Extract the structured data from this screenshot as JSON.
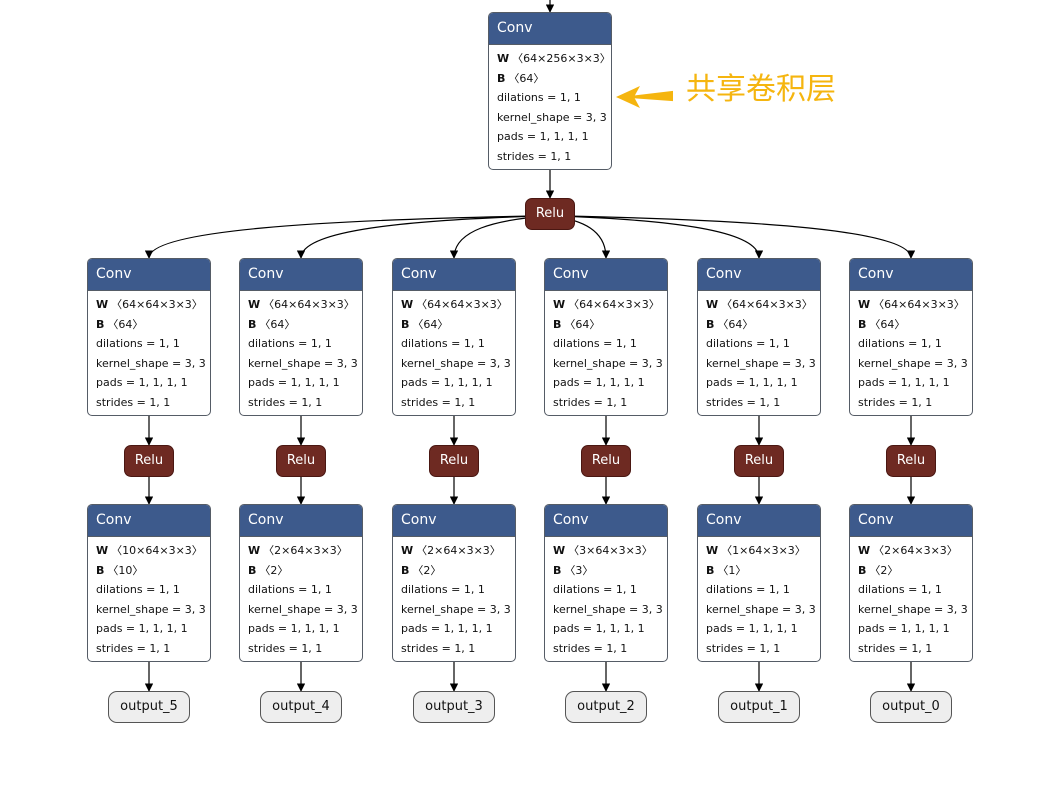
{
  "annotation": {
    "text": "共享卷积层",
    "color": "#f5b50f"
  },
  "colors": {
    "conv_header": "#3d5a8c",
    "relu_fill": "#6e2a22",
    "output_fill": "#eeeeee",
    "edge": "#000000"
  },
  "shared": {
    "conv": {
      "title": "Conv",
      "W": "〈64×256×3×3〉",
      "B": "〈64〉",
      "lines": [
        "dilations = 1, 1",
        "kernel_shape = 3, 3",
        "pads = 1, 1, 1, 1",
        "strides = 1, 1"
      ]
    },
    "relu": "Relu"
  },
  "branches": [
    {
      "conv1": {
        "title": "Conv",
        "W": "〈64×64×3×3〉",
        "B": "〈64〉",
        "lines": [
          "dilations = 1, 1",
          "kernel_shape = 3, 3",
          "pads = 1, 1, 1, 1",
          "strides = 1, 1"
        ]
      },
      "relu": "Relu",
      "conv2": {
        "title": "Conv",
        "W": "〈10×64×3×3〉",
        "B": "〈10〉",
        "lines": [
          "dilations = 1, 1",
          "kernel_shape = 3, 3",
          "pads = 1, 1, 1, 1",
          "strides = 1, 1"
        ]
      },
      "output": "output_5"
    },
    {
      "conv1": {
        "title": "Conv",
        "W": "〈64×64×3×3〉",
        "B": "〈64〉",
        "lines": [
          "dilations = 1, 1",
          "kernel_shape = 3, 3",
          "pads = 1, 1, 1, 1",
          "strides = 1, 1"
        ]
      },
      "relu": "Relu",
      "conv2": {
        "title": "Conv",
        "W": "〈2×64×3×3〉",
        "B": "〈2〉",
        "lines": [
          "dilations = 1, 1",
          "kernel_shape = 3, 3",
          "pads = 1, 1, 1, 1",
          "strides = 1, 1"
        ]
      },
      "output": "output_4"
    },
    {
      "conv1": {
        "title": "Conv",
        "W": "〈64×64×3×3〉",
        "B": "〈64〉",
        "lines": [
          "dilations = 1, 1",
          "kernel_shape = 3, 3",
          "pads = 1, 1, 1, 1",
          "strides = 1, 1"
        ]
      },
      "relu": "Relu",
      "conv2": {
        "title": "Conv",
        "W": "〈2×64×3×3〉",
        "B": "〈2〉",
        "lines": [
          "dilations = 1, 1",
          "kernel_shape = 3, 3",
          "pads = 1, 1, 1, 1",
          "strides = 1, 1"
        ]
      },
      "output": "output_3"
    },
    {
      "conv1": {
        "title": "Conv",
        "W": "〈64×64×3×3〉",
        "B": "〈64〉",
        "lines": [
          "dilations = 1, 1",
          "kernel_shape = 3, 3",
          "pads = 1, 1, 1, 1",
          "strides = 1, 1"
        ]
      },
      "relu": "Relu",
      "conv2": {
        "title": "Conv",
        "W": "〈3×64×3×3〉",
        "B": "〈3〉",
        "lines": [
          "dilations = 1, 1",
          "kernel_shape = 3, 3",
          "pads = 1, 1, 1, 1",
          "strides = 1, 1"
        ]
      },
      "output": "output_2"
    },
    {
      "conv1": {
        "title": "Conv",
        "W": "〈64×64×3×3〉",
        "B": "〈64〉",
        "lines": [
          "dilations = 1, 1",
          "kernel_shape = 3, 3",
          "pads = 1, 1, 1, 1",
          "strides = 1, 1"
        ]
      },
      "relu": "Relu",
      "conv2": {
        "title": "Conv",
        "W": "〈1×64×3×3〉",
        "B": "〈1〉",
        "lines": [
          "dilations = 1, 1",
          "kernel_shape = 3, 3",
          "pads = 1, 1, 1, 1",
          "strides = 1, 1"
        ]
      },
      "output": "output_1"
    },
    {
      "conv1": {
        "title": "Conv",
        "W": "〈64×64×3×3〉",
        "B": "〈64〉",
        "lines": [
          "dilations = 1, 1",
          "kernel_shape = 3, 3",
          "pads = 1, 1, 1, 1",
          "strides = 1, 1"
        ]
      },
      "relu": "Relu",
      "conv2": {
        "title": "Conv",
        "W": "〈2×64×3×3〉",
        "B": "〈2〉",
        "lines": [
          "dilations = 1, 1",
          "kernel_shape = 3, 3",
          "pads = 1, 1, 1, 1",
          "strides = 1, 1"
        ]
      },
      "output": "output_0"
    }
  ]
}
